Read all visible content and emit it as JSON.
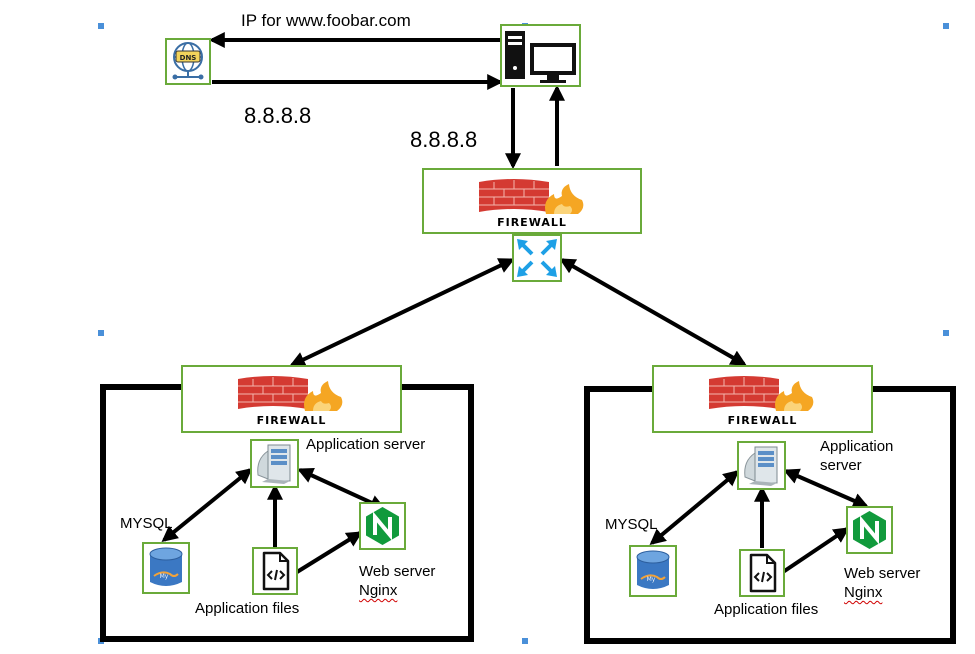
{
  "labels": {
    "dns_response": "IP for www.foobar.com",
    "dns_server_ip": "8.8.8.8",
    "client_to_firewall_ip": "8.8.8.8"
  },
  "dns_icon_text": "DNS",
  "firewall_text": "FIREWALL",
  "clusters": [
    {
      "app_server_label": "Application server",
      "mysql_label": "MYSQL",
      "app_files_label": "Application files",
      "web_server_label": "Web server",
      "nginx_label": "Nginx"
    },
    {
      "app_server_line1": "Application",
      "app_server_line2": "server",
      "mysql_label": "MYSQL",
      "app_files_label": "Application files",
      "web_server_label": "Web server",
      "nginx_label": "Nginx"
    }
  ],
  "icons": {
    "dns": "dns-globe-icon",
    "client": "desktop-computer-icon",
    "firewall": "firewall-brick-wall-icon",
    "load_balancer": "load-balancer-arrows-icon",
    "app_server": "server-icon",
    "mysql": "mysql-database-icon",
    "app_files": "code-file-icon",
    "nginx": "nginx-icon"
  },
  "colors": {
    "box_border": "#6aaa3a",
    "brick": "#d43a32",
    "flame": "#f5a623",
    "selection_handle": "#4a90d9",
    "nginx_green": "#119a3c",
    "arrow": "#000000"
  }
}
